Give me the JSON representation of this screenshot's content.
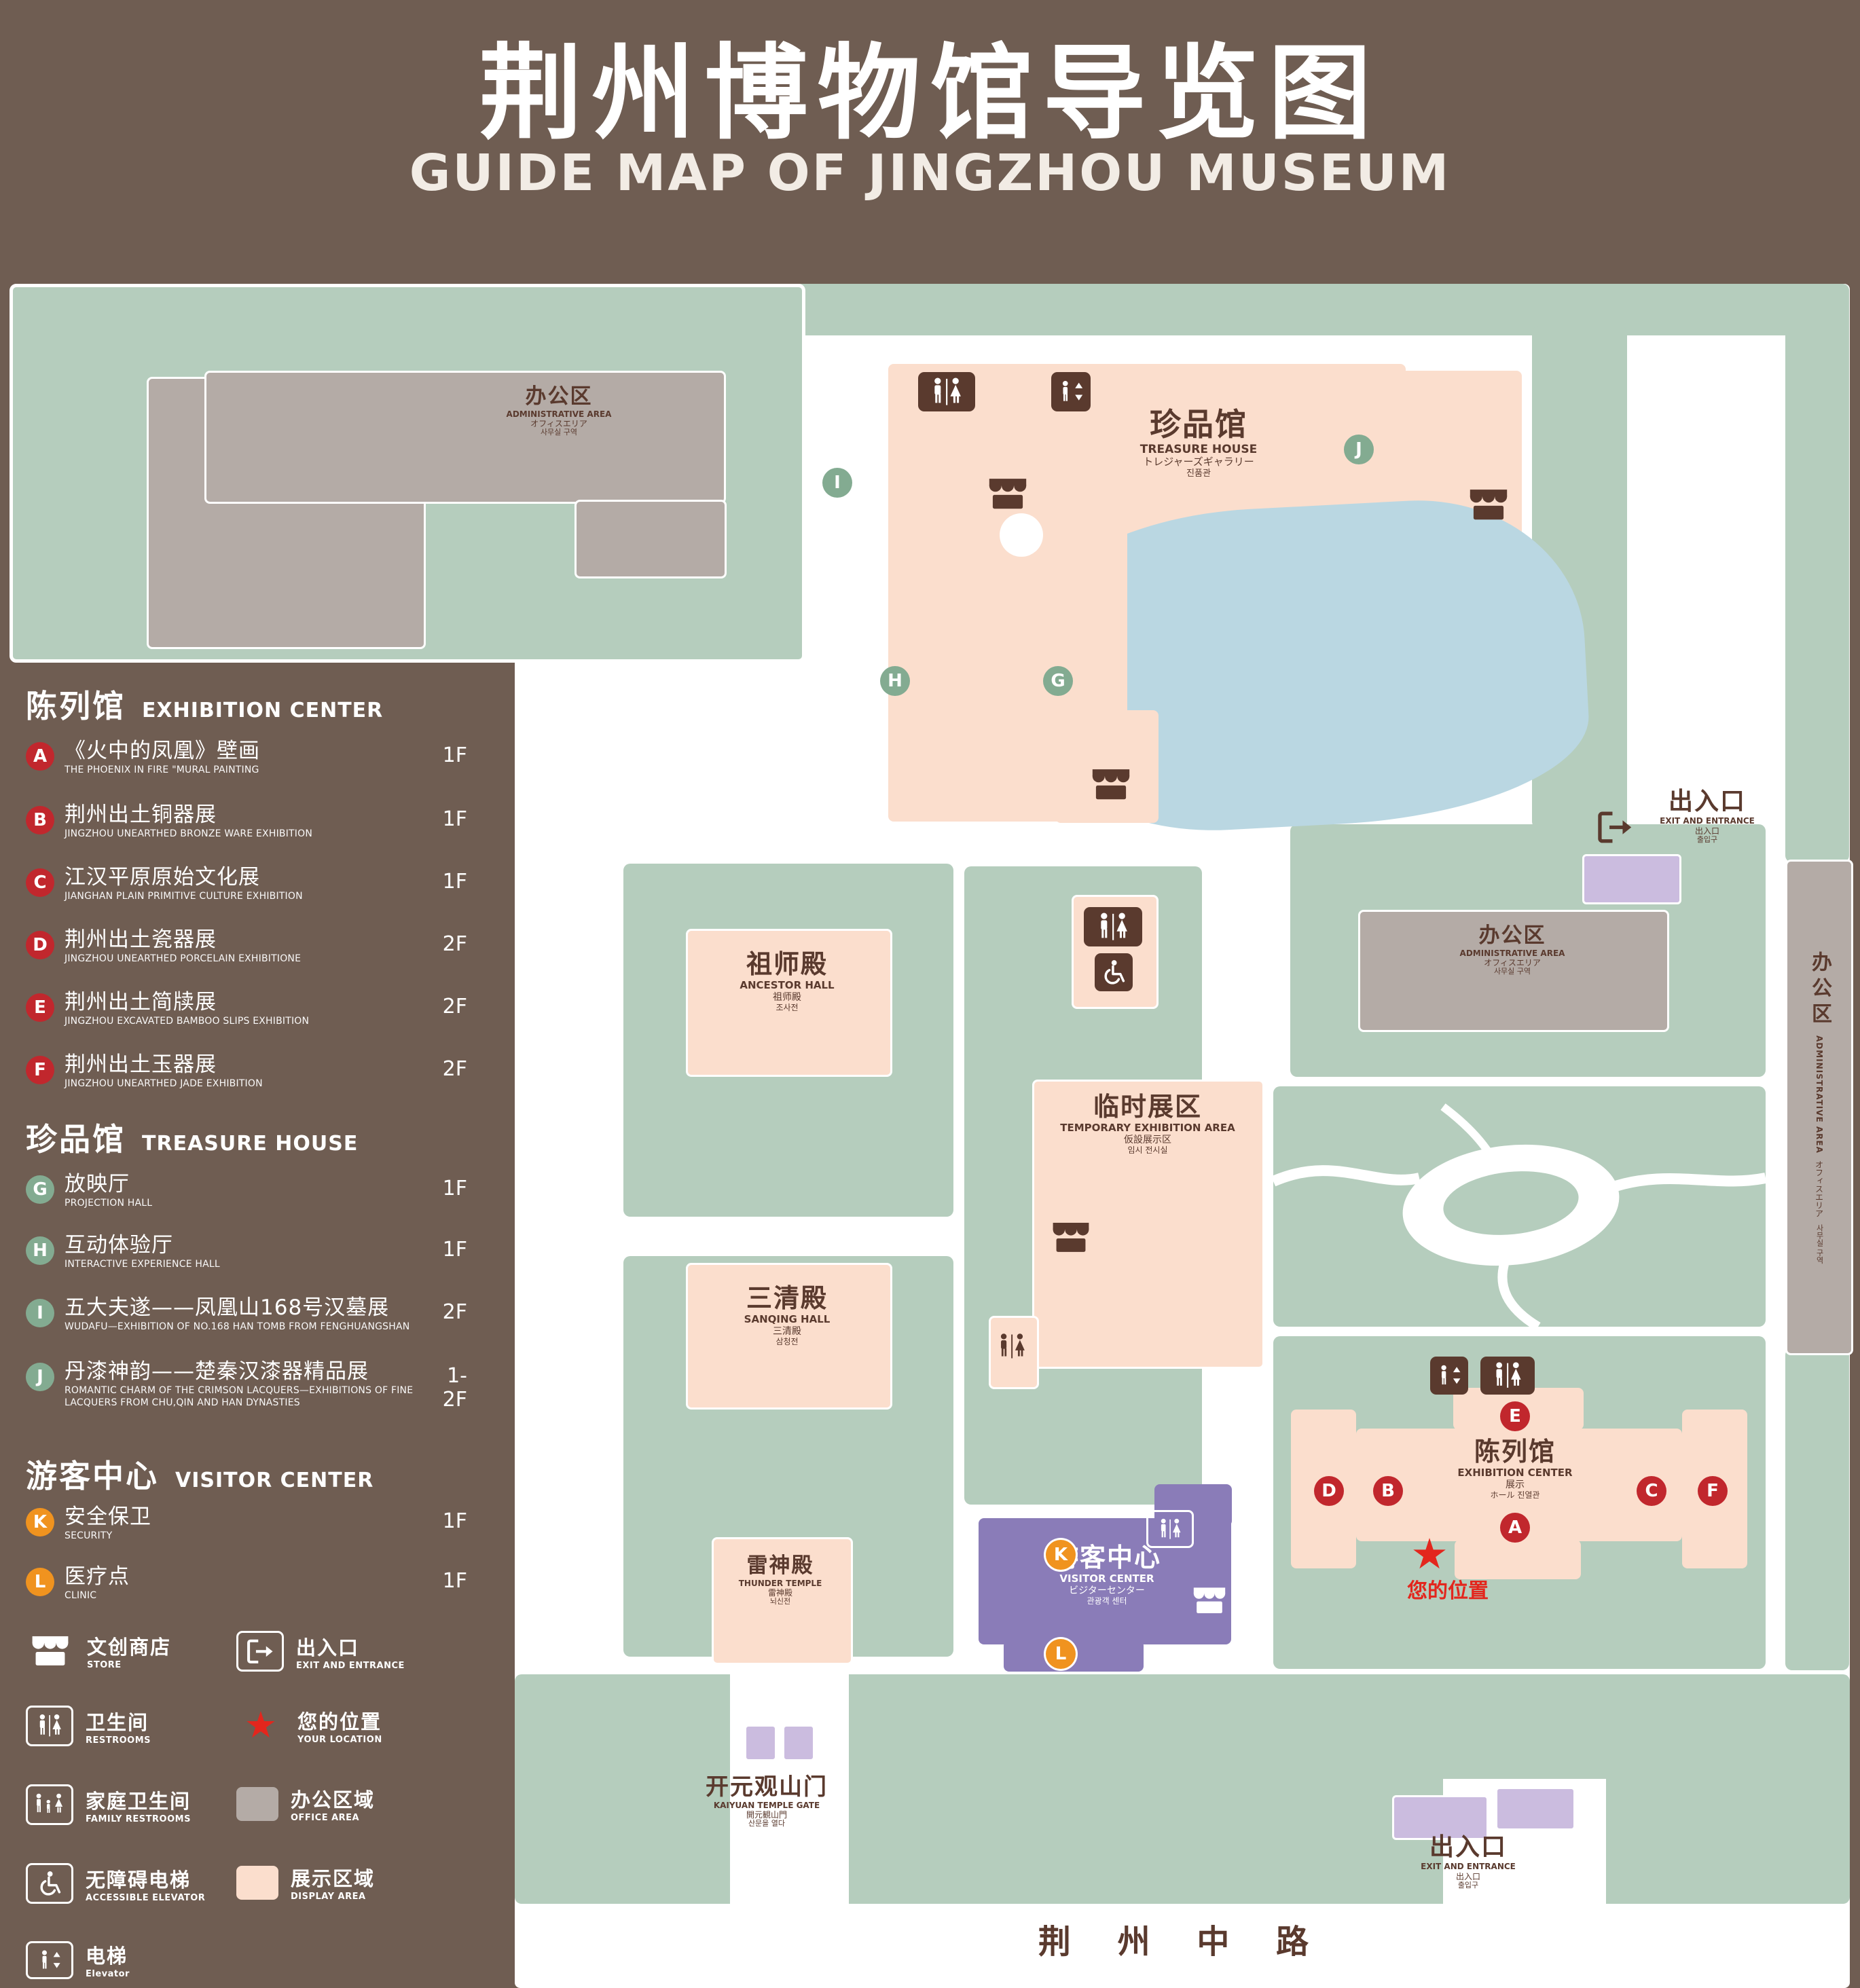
{
  "title": {
    "zh": "荆州博物馆导览图",
    "en": "GUIDE MAP OF JINGZHOU MUSEUM"
  },
  "sidebar": {
    "sections": [
      {
        "zh": "陈列馆",
        "en": "EXHIBITION CENTER",
        "items": [
          {
            "letter": "A",
            "zh": "《火中的凤凰》壁画",
            "en": "THE PHOENIX IN FIRE \"MURAL PAINTING",
            "floor": "1F"
          },
          {
            "letter": "B",
            "zh": "荆州出土铜器展",
            "en": "JINGZHOU UNEARTHED BRONZE WARE EXHIBITION",
            "floor": "1F"
          },
          {
            "letter": "C",
            "zh": "江汉平原原始文化展",
            "en": "JIANGHAN PLAIN PRIMITIVE CULTURE EXHIBITION",
            "floor": "1F"
          },
          {
            "letter": "D",
            "zh": "荆州出土瓷器展",
            "en": "JINGZHOU UNEARTHED PORCELAIN EXHIBITIONE",
            "floor": "2F"
          },
          {
            "letter": "E",
            "zh": "荆州出土简牍展",
            "en": "JINGZHOU EXCAVATED BAMBOO SLIPS EXHIBITION",
            "floor": "2F"
          },
          {
            "letter": "F",
            "zh": "荆州出土玉器展",
            "en": "JINGZHOU UNEARTHED JADE EXHIBITION",
            "floor": "2F"
          }
        ]
      },
      {
        "zh": "珍品馆",
        "en": "TREASURE HOUSE",
        "items": [
          {
            "letter": "G",
            "zh": "放映厅",
            "en": "PROJECTION HALL",
            "floor": "1F"
          },
          {
            "letter": "H",
            "zh": "互动体验厅",
            "en": "INTERACTIVE EXPERIENCE HALL",
            "floor": "1F"
          },
          {
            "letter": "I",
            "zh": "五大夫遂——凤凰山168号汉墓展",
            "en": "WUDAFU—EXHIBITION OF NO.168 HAN TOMB FROM FENGHUANGSHAN",
            "floor": "2F"
          },
          {
            "letter": "J",
            "zh": "丹漆神韵——楚秦汉漆器精品展",
            "en": "ROMANTIC CHARM OF THE CRIMSON LACQUERS—EXHIBITIONS OF FINE LACQUERS FROM CHU,QIN AND HAN DYNASTIES",
            "floor": "1-2F"
          }
        ]
      },
      {
        "zh": "游客中心",
        "en": "VISITOR CENTER",
        "items": [
          {
            "letter": "K",
            "zh": "安全保卫",
            "en": "SECURITY",
            "floor": "1F"
          },
          {
            "letter": "L",
            "zh": "医疗点",
            "en": "CLINIC",
            "floor": "1F"
          }
        ]
      }
    ],
    "legend": [
      {
        "icon": "store-icon",
        "zh": "文创商店",
        "en": "STORE"
      },
      {
        "icon": "exit-icon",
        "zh": "出入口",
        "en": "EXIT AND ENTRANCE"
      },
      {
        "icon": "restroom-icon",
        "zh": "卫生间",
        "en": "RESTROOMS"
      },
      {
        "icon": "location-icon",
        "zh": "您的位置",
        "en": "YOUR LOCATION"
      },
      {
        "icon": "family-restroom-icon",
        "zh": "家庭卫生间",
        "en": "FAMILY RESTROOMS"
      },
      {
        "icon": "office-swatch",
        "zh": "办公区域",
        "en": "OFFICE AREA"
      },
      {
        "icon": "accessible-elevator-icon",
        "zh": "无障碍电梯",
        "en": "ACCESSIBLE ELEVATOR"
      },
      {
        "icon": "display-swatch",
        "zh": "展示区域",
        "en": "DISPLAY AREA"
      },
      {
        "icon": "elevator-icon",
        "zh": "电梯",
        "en": "Elevator"
      }
    ]
  },
  "map": {
    "buildings": {
      "admin_tl": {
        "l1": "办公区",
        "l2": "ADMINISTRATIVE AREA",
        "l3": "オフィスエリア",
        "l4": "사무실 구역"
      },
      "treasure_house": {
        "l1": "珍品馆",
        "l2": "TREASURE HOUSE",
        "l3": "トレジャーズギャラリー",
        "l4": "진품관"
      },
      "ancestor_hall": {
        "l1": "祖师殿",
        "l2": "ANCESTOR HALL",
        "l3": "祖师殿",
        "l4": "조사전"
      },
      "temporary_area": {
        "l1": "临时展区",
        "l2": "TEMPORARY EXHIBITION AREA",
        "l3": "仮設展示区",
        "l4": "임시 전시실"
      },
      "sanqing_hall": {
        "l1": "三清殿",
        "l2": "SANQING HALL",
        "l3": "三清殿",
        "l4": "삼청전"
      },
      "thunder_temple": {
        "l1": "雷神殿",
        "l2": "THUNDER TEMPLE",
        "l3": "雷神殿",
        "l4": "뇌신전"
      },
      "admin_right": {
        "l1": "办公区",
        "l2": "ADMINISTRATIVE AREA",
        "l3": "オフィスエリア",
        "l4": "사무실 구역"
      },
      "admin_far_right": {
        "l1": "办公区",
        "l2": "ADMINISTRATIVE AREA",
        "l3": "オフィスエリア",
        "l4": "사무실 구역"
      },
      "exhibition_center": {
        "l1": "陈列馆",
        "l2": "EXHIBITION CENTER",
        "l3": "展示",
        "l4": "ホール 진열관"
      },
      "visitor_center": {
        "l1": "游客中心",
        "l2": "VISITOR CENTER",
        "l3": "ビジターセンター",
        "l4": "관광객 센터"
      },
      "gate": {
        "l1": "开元观山门",
        "l2": "KAIYUAN TEMPLE GATE",
        "l3": "開元観山門",
        "l4": "산문을 열다"
      }
    },
    "exit_label": {
      "l1": "出入口",
      "l2": "EXIT AND ENTRANCE",
      "l3": "出入口",
      "l4": "출입구"
    },
    "road": "荆 州 中 路",
    "your_location": "您的位置",
    "icons": {
      "star": "★"
    },
    "markers": {
      "A": "A",
      "B": "B",
      "C": "C",
      "D": "D",
      "E": "E",
      "F": "F",
      "G": "G",
      "H": "H",
      "I": "I",
      "J": "J",
      "K": "K",
      "L": "L"
    }
  },
  "colors": {
    "background": "#6f5d52",
    "lawn": "#b5cdbd",
    "display_area": "#fbdecd",
    "office_area": "#b4aba6",
    "visitor_center": "#8a7cb8",
    "entrance_building": "#cbbcdf",
    "water": "#bad7e2",
    "marker_red": "#c1272d",
    "marker_green": "#83ab91",
    "marker_orange": "#f0931f",
    "icon_brown": "#5a3a2e",
    "location_red": "#e3261d"
  }
}
